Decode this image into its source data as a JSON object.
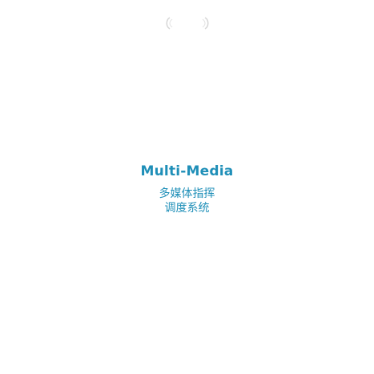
{
  "app": {
    "title": "Multi-Media",
    "subtitle_line1": "多媒体指挥",
    "subtitle_line2": "调度系统"
  },
  "ornament": {
    "left_icon": "bracket-left-icon",
    "right_icon": "bracket-right-icon"
  },
  "colors": {
    "accent": "#1f8fb8",
    "background": "#ffffff",
    "ornament": "#d9d9d9"
  }
}
